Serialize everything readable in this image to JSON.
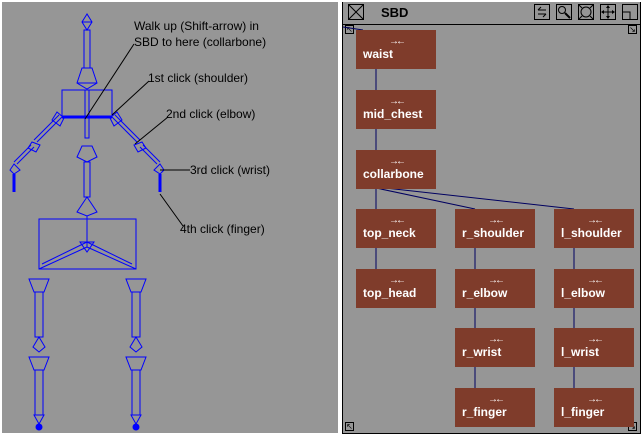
{
  "viewport": {
    "annotations": [
      "Walk up (Shift-arrow) in",
      "SBD to here (collarbone)",
      "1st click (shoulder)",
      "2nd click (elbow)",
      "3rd click (wrist)",
      "4th click (finger)"
    ],
    "skeleton_color": "#0000ff"
  },
  "sbd": {
    "title": "SBD",
    "toolbar": [
      "swap-icon",
      "zoom-icon",
      "frame-icon",
      "pan-icon",
      "maximize-icon"
    ],
    "node_color": "#7f3c2b",
    "nodes": {
      "waist": "waist",
      "mid_chest": "mid_chest",
      "collarbone": "collarbone",
      "top_neck": "top_neck",
      "top_head": "top_head",
      "r_shoulder": "r_shoulder",
      "r_elbow": "r_elbow",
      "r_wrist": "r_wrist",
      "r_finger": "r_finger",
      "l_shoulder": "l_shoulder",
      "l_elbow": "l_elbow",
      "l_wrist": "l_wrist",
      "l_finger": "l_finger"
    },
    "arrow_glyph": "→←"
  }
}
